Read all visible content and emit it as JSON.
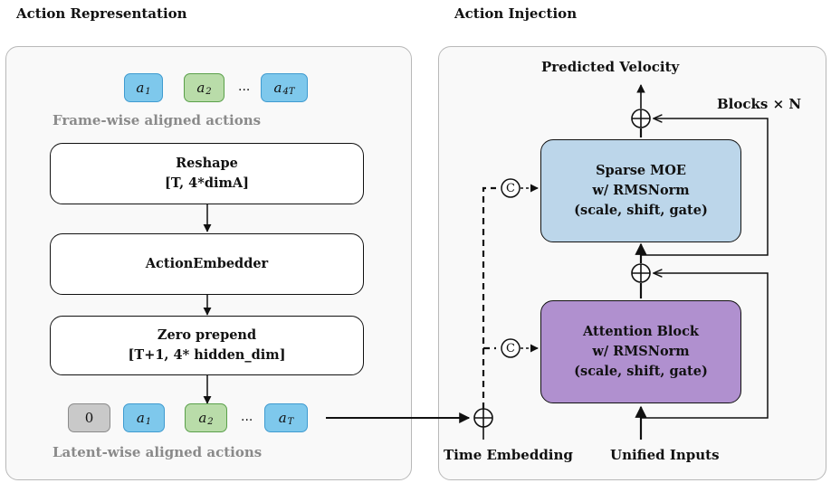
{
  "titles": {
    "left": "Action Representation",
    "right": "Action Injection"
  },
  "left": {
    "top_chips": [
      {
        "letter": "a",
        "sub": "1",
        "color": "blue"
      },
      {
        "letter": "a",
        "sub": "2",
        "color": "green"
      },
      {
        "letter": "a",
        "sub": "4T",
        "color": "blue"
      }
    ],
    "dots": "...",
    "top_caption": "Frame-wise aligned actions",
    "reshape": {
      "line1": "Reshape",
      "line2": "[T, 4*dimA]"
    },
    "embedder": {
      "line1": "ActionEmbedder"
    },
    "zero_prepend": {
      "line1": "Zero prepend",
      "line2": "[T+1, 4* hidden_dim]"
    },
    "bottom_chips": [
      {
        "letter": "0",
        "sub": "",
        "color": "gray"
      },
      {
        "letter": "a",
        "sub": "1",
        "color": "blue"
      },
      {
        "letter": "a",
        "sub": "2",
        "color": "green"
      },
      {
        "letter": "a",
        "sub": "T",
        "color": "blue"
      }
    ],
    "bottom_caption": "Latent-wise aligned actions"
  },
  "right": {
    "predicted_velocity": "Predicted Velocity",
    "blocks_label": "Blocks × N",
    "moe": {
      "line1": "Sparse MOE",
      "line2": "w/ RMSNorm",
      "line3": "(scale, shift, gate)",
      "fill": "#bcd6ea"
    },
    "attention": {
      "line1": "Attention Block",
      "line2": "w/ RMSNorm",
      "line3": "(scale, shift, gate)",
      "fill": "#b090cf"
    },
    "time_embedding": "Time Embedding",
    "unified_inputs": "Unified Inputs",
    "concat_symbol": "C",
    "add_symbol": "+"
  }
}
